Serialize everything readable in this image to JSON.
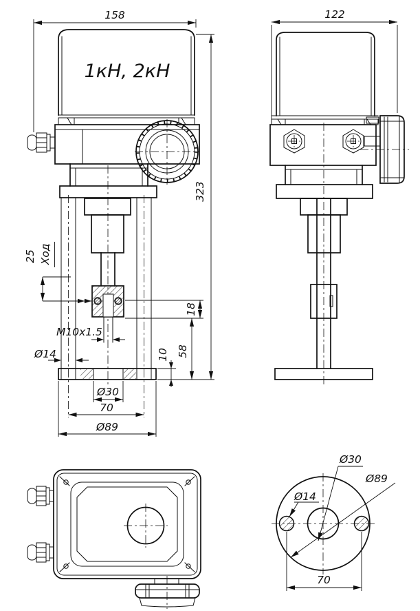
{
  "drawing": {
    "front_view": {
      "width": "158",
      "force_label": "1кН, 2кН",
      "height": "323",
      "stroke_value": "25",
      "stroke_label": "Ход",
      "thread": "M10x1.5",
      "column_dia": "Ø14",
      "coupling_height": "18",
      "lower_height": "58",
      "plate_thickness": "10",
      "hole_dia": "Ø30",
      "hole_spacing": "70",
      "flange_dia": "Ø89"
    },
    "side_view": {
      "width": "122"
    },
    "flange_view": {
      "center_hole_dia": "Ø30",
      "outer_dia": "Ø89",
      "bolt_hole_dia": "Ø14",
      "bolt_spacing": "70"
    }
  },
  "colors": {
    "line": "#111111",
    "background": "#ffffff"
  }
}
